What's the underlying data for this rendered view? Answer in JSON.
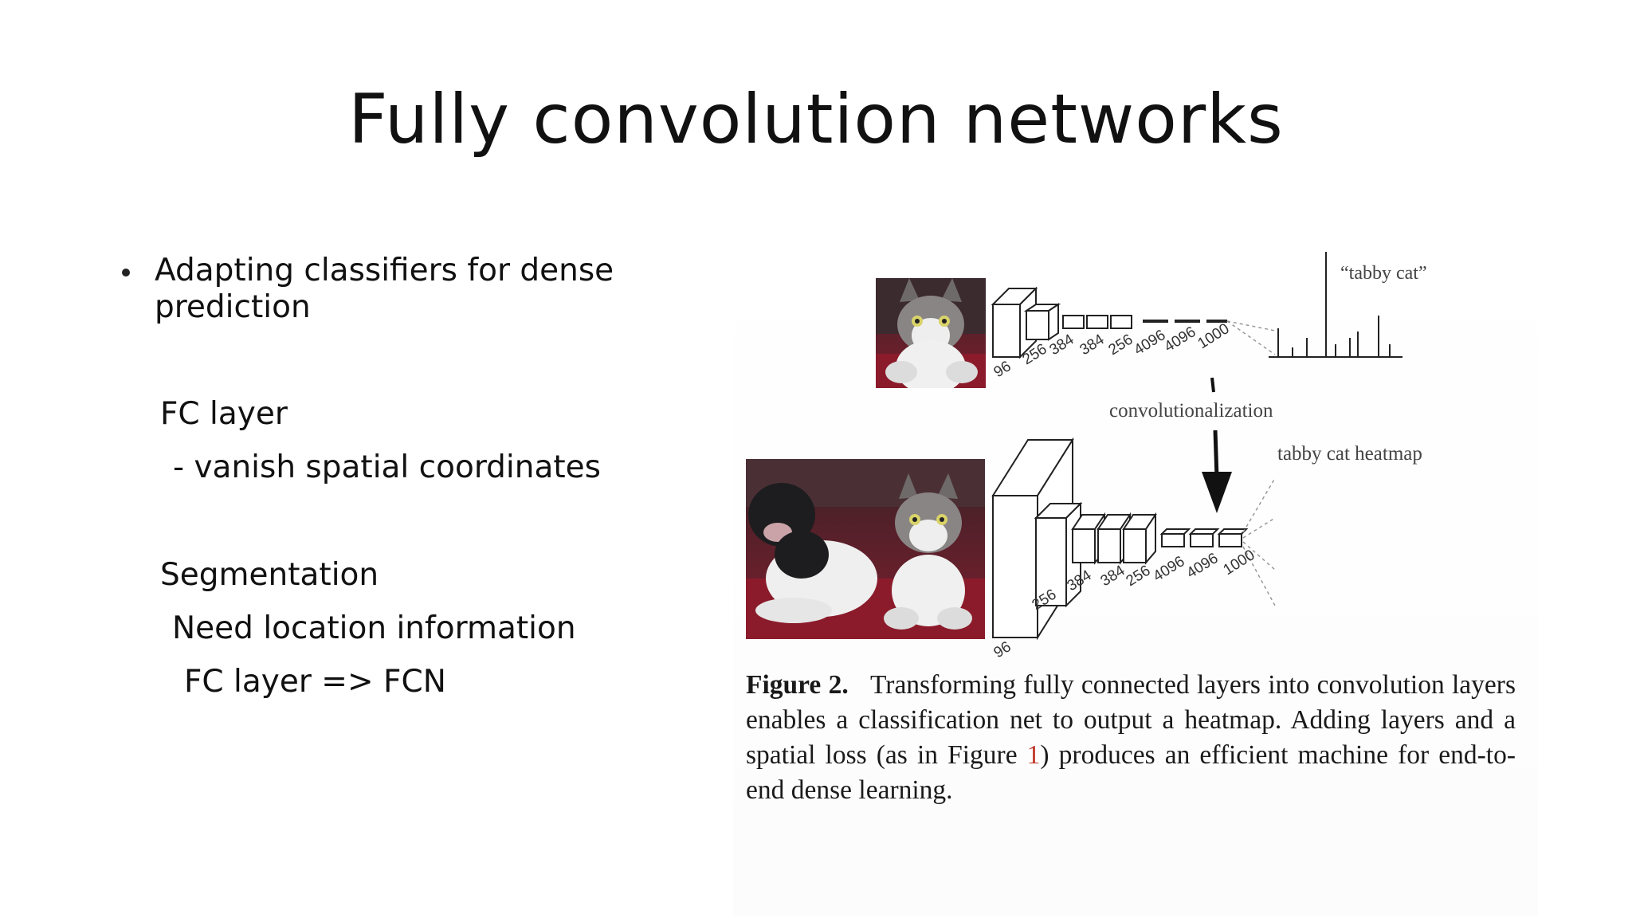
{
  "slide": {
    "title": "Fully convolution networks",
    "bullet_line1": "Adapting classifiers for dense",
    "bullet_line2": "prediction",
    "fc_heading": "FC layer",
    "fc_detail": "- vanish spatial coordinates",
    "seg_heading": "Segmentation",
    "seg_line1": "Need location information",
    "seg_line2": "FC layer => FCN"
  },
  "figure": {
    "top_labels": [
      "96",
      "256",
      "384",
      "384",
      "256",
      "4096",
      "4096",
      "1000"
    ],
    "bottom_labels": [
      "96",
      "256",
      "384",
      "384",
      "256",
      "4096",
      "4096",
      "1000"
    ],
    "class_label": "“tabby cat”",
    "arrow_label": "convolutionalization",
    "heatmap_label": "tabby cat heatmap",
    "caption_lead": "Figure 2.",
    "caption_part1": "Transforming fully connected layers into convolution layers enables a classification net to output a heatmap. Adding layers and a spatial loss (as in Figure ",
    "caption_ref": "1",
    "caption_part2": ") produces an efficient machine for end-to-end dense learning."
  },
  "colors": {
    "reference_link": "#c0392b",
    "photo_background": "#7a1e2c"
  }
}
